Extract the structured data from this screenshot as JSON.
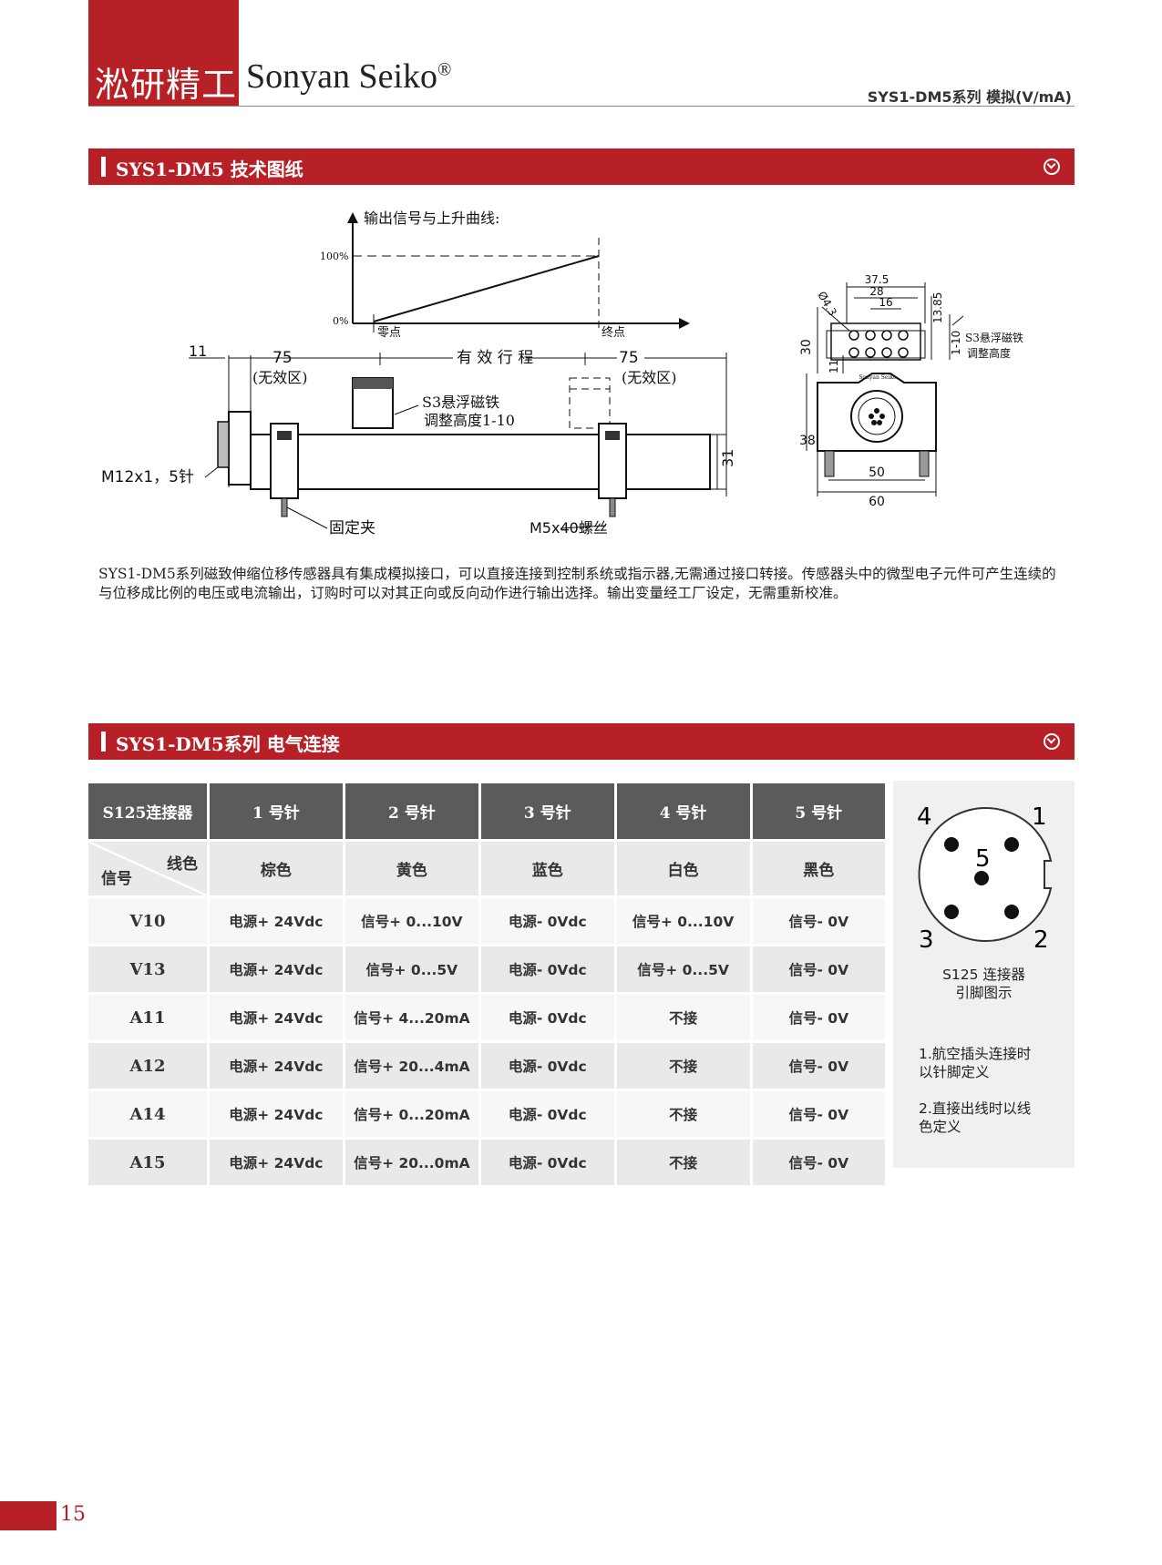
{
  "header": {
    "brand_cn": "淞研精工",
    "brand_en": "Sonyan Seiko",
    "registered": "®",
    "series_label": "SYS1-DM5系列 模拟(V/mA)",
    "colors": {
      "brand_red": "#b72027"
    }
  },
  "section1": {
    "title": "SYS1-DM5 技术图纸"
  },
  "drawing": {
    "curve_title": "输出信号与上升曲线:",
    "y_100": "100%",
    "y_0": "0%",
    "zero_point": "零点",
    "end_point": "终点",
    "dim_11": "11",
    "dim_75_left": "75",
    "dead_zone_left": "(无效区)",
    "effective_stroke": "有 效 行 程",
    "dim_75_right": "75",
    "dead_zone_right": "(无效区)",
    "magnet_note_1": "S3悬浮磁铁",
    "magnet_note_2": "调整高度1-10",
    "dim_31": "31",
    "connector_label": "M12x1，5针",
    "clamp_label": "固定夹",
    "screw_label": "M5x40螺丝",
    "side_dim_375": "37.5",
    "side_dim_28": "28",
    "side_dim_16": "16",
    "side_dim_phi": "Ø4.3",
    "side_dim_1385": "13.85",
    "side_dim_110": "1-10",
    "side_dim_30": "30",
    "side_dim_11": "11",
    "side_dim_38": "38",
    "side_dim_50": "50",
    "side_dim_60": "60",
    "side_brand": "Sonyan Seiko",
    "side_note_1": "S3悬浮磁铁",
    "side_note_2": "调整高度"
  },
  "description": "SYS1-DM5系列磁致伸缩位移传感器具有集成模拟接口，可以直接连接到控制系统或指示器,无需通过接口转接。传感器头中的微型电子元件可产生连续的与位移成比例的电压或电流输出，订购时可以对其正向或反向动作进行输出选择。输出变量经工厂设定，无需重新校准。",
  "section2": {
    "title": "SYS1-DM5系列 电气连接"
  },
  "table": {
    "headers": [
      "S125连接器",
      "1 号针",
      "2 号针",
      "3 号针",
      "4 号针",
      "5 号针"
    ],
    "diag_top": "线色",
    "diag_bottom": "信号",
    "wire_colors": [
      "棕色",
      "黄色",
      "蓝色",
      "白色",
      "黑色"
    ],
    "rows": [
      [
        "V10",
        "电源+ 24Vdc",
        "信号+ 0...10V",
        "电源- 0Vdc",
        "信号+ 0...10V",
        "信号- 0V"
      ],
      [
        "V13",
        "电源+ 24Vdc",
        "信号+ 0...5V",
        "电源- 0Vdc",
        "信号+ 0...5V",
        "信号- 0V"
      ],
      [
        "A11",
        "电源+ 24Vdc",
        "信号+ 4...20mA",
        "电源- 0Vdc",
        "不接",
        "信号- 0V"
      ],
      [
        "A12",
        "电源+ 24Vdc",
        "信号+ 20...4mA",
        "电源- 0Vdc",
        "不接",
        "信号- 0V"
      ],
      [
        "A14",
        "电源+ 24Vdc",
        "信号+ 0...20mA",
        "电源- 0Vdc",
        "不接",
        "信号- 0V"
      ],
      [
        "A15",
        "电源+ 24Vdc",
        "信号+ 20...0mA",
        "电源- 0Vdc",
        "不接",
        "信号- 0V"
      ]
    ]
  },
  "pin_panel": {
    "pin_numbers": [
      "1",
      "2",
      "3",
      "4",
      "5"
    ],
    "caption_1": "S125 连接器",
    "caption_2": "引脚图示",
    "note1_1": "1.航空插头连接时",
    "note1_2": "以针脚定义",
    "note2_1": "2.直接出线时以线",
    "note2_2": "色定义"
  },
  "page_number": "15"
}
